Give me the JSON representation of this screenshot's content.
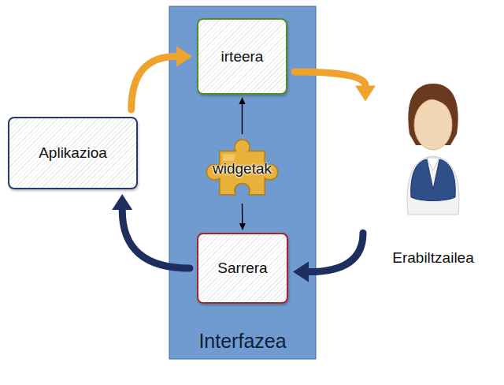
{
  "diagram": {
    "nodes": [
      {
        "text": [
          "Aplikazioa"
        ]
      },
      {
        "text": [
          "Interfazea"
        ]
      },
      {
        "text": [
          "irteera"
        ],
        "in": 1
      },
      {
        "text": [
          "widgetak"
        ],
        "in": 1
      },
      {
        "text": [
          "Sarrera"
        ],
        "in": 1
      },
      {
        "text": [
          "Erabiltzailea"
        ]
      }
    ],
    "edges": [
      {
        "from": 0,
        "to": 2,
        "arrow": "to"
      },
      {
        "from": 2,
        "to": 5,
        "arrow": "to"
      },
      {
        "from": 5,
        "to": 4,
        "arrow": "to"
      },
      {
        "from": 4,
        "to": 0,
        "arrow": "to"
      },
      {
        "from": 3,
        "to": 2,
        "arrow": "to"
      },
      {
        "from": 3,
        "to": 4,
        "arrow": "to"
      }
    ]
  }
}
